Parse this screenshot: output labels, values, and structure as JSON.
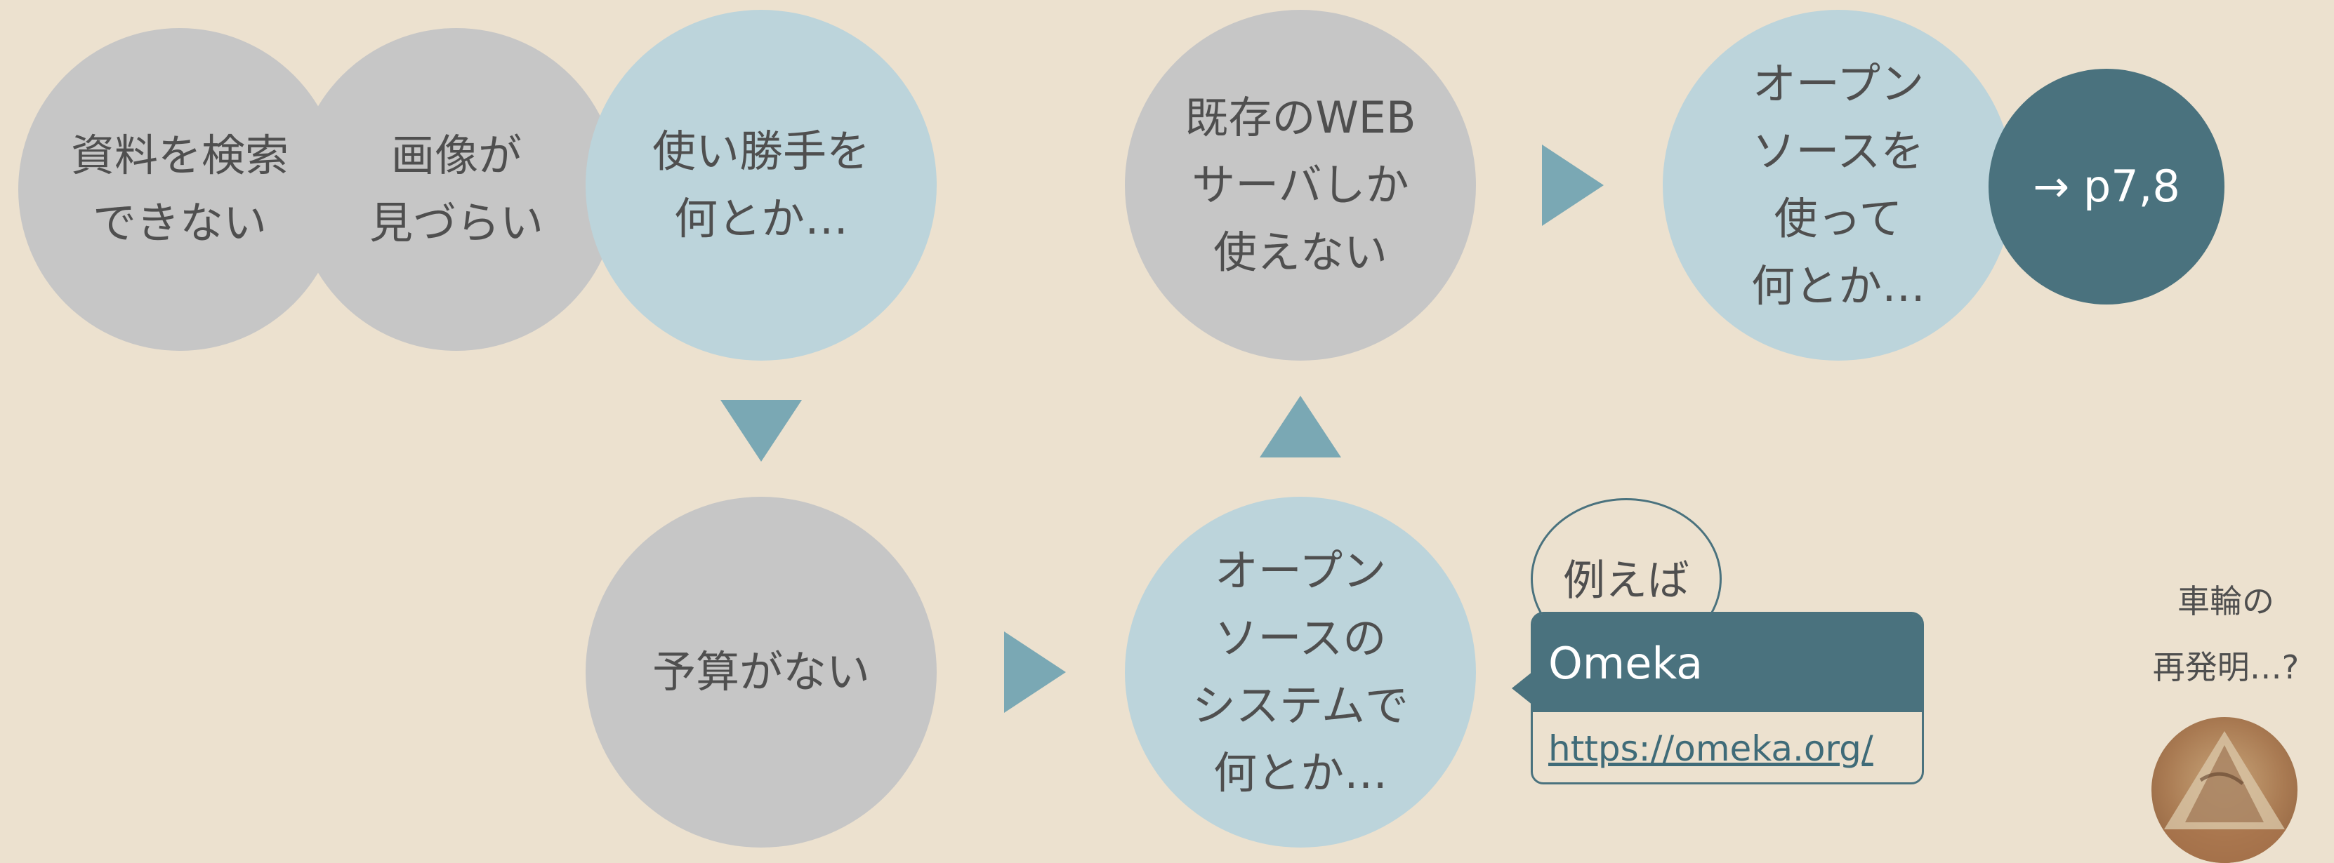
{
  "nodes": {
    "search": "資料を検索\nできない",
    "images": "画像が\n見づらい",
    "usability": "使い勝手を\n何とか…",
    "budget": "予算がない",
    "oss_system": "オープン\nソースの\nシステムで\n何とか…",
    "web_server": "既存のWEB\nサーバしか\n使えない",
    "oss_use": "オープン\nソースを\n使って\n何とか…",
    "page_ref": "→ p7,8"
  },
  "example": {
    "bubble_label": "例えば",
    "title": "Omeka",
    "url": "https://omeka.org/"
  },
  "side_note": "車輪の\n再発明…?",
  "colors": {
    "background": "#ece1cf",
    "gray_circle": "#c6c6c6",
    "blue_circle": "#bcd4db",
    "dark_teal": "#4a727e",
    "arrow": "#7aa8b4"
  },
  "icons": {
    "arrows": [
      "triangle-down-icon",
      "triangle-right-icon",
      "triangle-up-icon",
      "triangle-right-icon"
    ]
  }
}
